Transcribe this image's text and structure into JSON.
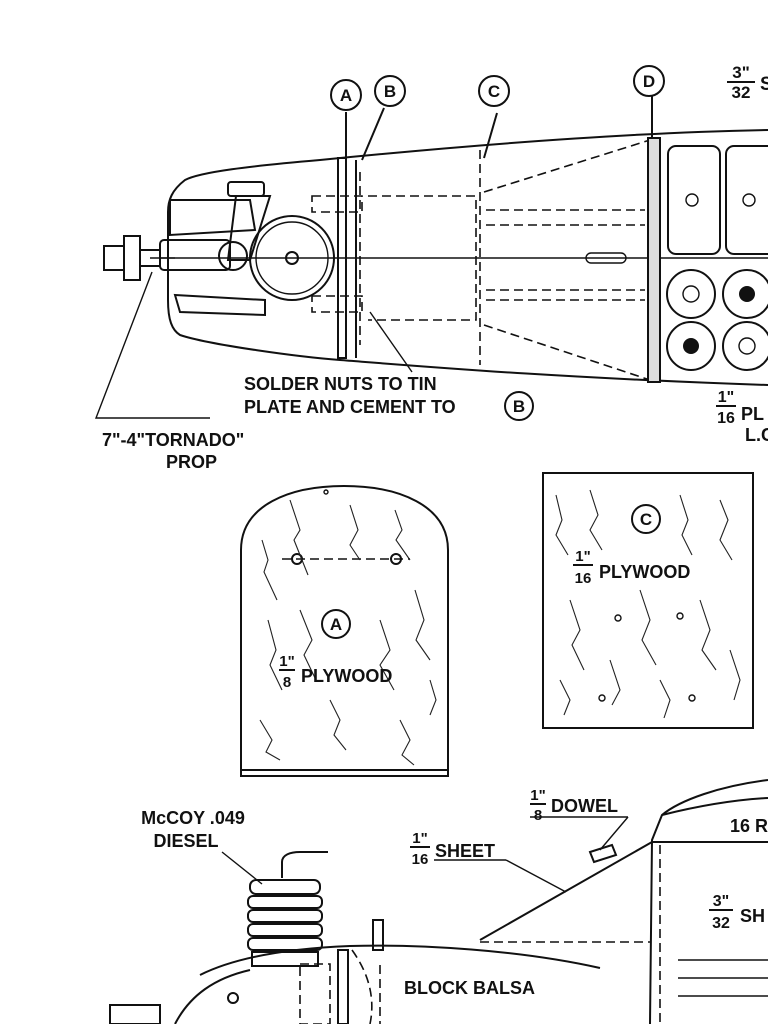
{
  "top_view": {
    "station_a": "A",
    "station_b": "B",
    "station_c": "C",
    "station_d": "D",
    "corner_fraction": {
      "num": "3\"",
      "den": "32",
      "text": "S"
    },
    "solder_note": {
      "line1": "SOLDER NUTS TO TIN",
      "line2": "PLATE AND CEMENT TO",
      "ref": "B"
    },
    "prop_note": {
      "line1": "7\"-4\"TORNADO\"",
      "line2": "PROP"
    },
    "lower_right_note": {
      "num": "1\"",
      "den": "16",
      "text": "PL",
      "line2": "L.C"
    }
  },
  "former_a": {
    "ref": "A",
    "num": "1\"",
    "den": "8",
    "material": "PLYWOOD"
  },
  "former_c": {
    "ref": "C",
    "num": "1\"",
    "den": "16",
    "material": "PLYWOOD"
  },
  "side_view": {
    "engine_note": {
      "line1": "McCOY .049",
      "line2": "DIESEL"
    },
    "dowel_note": {
      "num": "1\"",
      "den": "8",
      "text": "DOWEL"
    },
    "sheet_note": {
      "num": "1\"",
      "den": "16",
      "text": "SHEET"
    },
    "right_sheet": {
      "num": "3\"",
      "den": "32",
      "text": "SH"
    },
    "top_right_text": "16 R",
    "block_text": "BLOCK BALSA"
  }
}
